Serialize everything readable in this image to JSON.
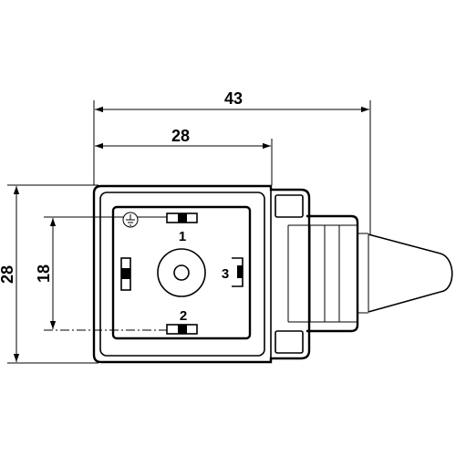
{
  "dimensions": {
    "overall_width": "43",
    "housing_width": "28",
    "housing_height": "28",
    "pin_spacing": "18"
  },
  "pins": {
    "pin1": "1",
    "pin2": "2",
    "pin3": "3"
  },
  "symbols": {
    "ground": "ground-symbol-icon"
  }
}
